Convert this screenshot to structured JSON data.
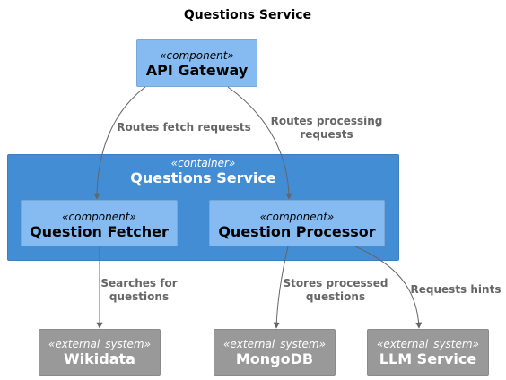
{
  "title": "Questions Service",
  "nodes": {
    "api_gateway": {
      "stereotype": "«component»",
      "name": "API Gateway"
    },
    "questions_service": {
      "stereotype": "«container»",
      "name": "Questions Service"
    },
    "question_fetcher": {
      "stereotype": "«component»",
      "name": "Question Fetcher"
    },
    "question_processor": {
      "stereotype": "«component»",
      "name": "Question Processor"
    },
    "wikidata": {
      "stereotype": "«external_system»",
      "name": "Wikidata"
    },
    "mongodb": {
      "stereotype": "«external_system»",
      "name": "MongoDB"
    },
    "llm_service": {
      "stereotype": "«external_system»",
      "name": "LLM Service"
    }
  },
  "edges": {
    "routes_fetch": {
      "from": "API Gateway",
      "to": "Question Fetcher",
      "label": "Routes fetch requests"
    },
    "routes_processing": {
      "from": "API Gateway",
      "to": "Question Processor",
      "label_line1": "Routes processing",
      "label_line2": "requests"
    },
    "searches": {
      "from": "Question Fetcher",
      "to": "Wikidata",
      "label_line1": "Searches for",
      "label_line2": "questions"
    },
    "stores": {
      "from": "Question Processor",
      "to": "MongoDB",
      "label_line1": "Stores processed",
      "label_line2": "questions"
    },
    "hints": {
      "from": "Question Processor",
      "to": "LLM Service",
      "label": "Requests hints"
    }
  },
  "colors": {
    "component": "#85bbf0",
    "container": "#438dd5",
    "external_system": "#999999",
    "edge": "#666666"
  }
}
